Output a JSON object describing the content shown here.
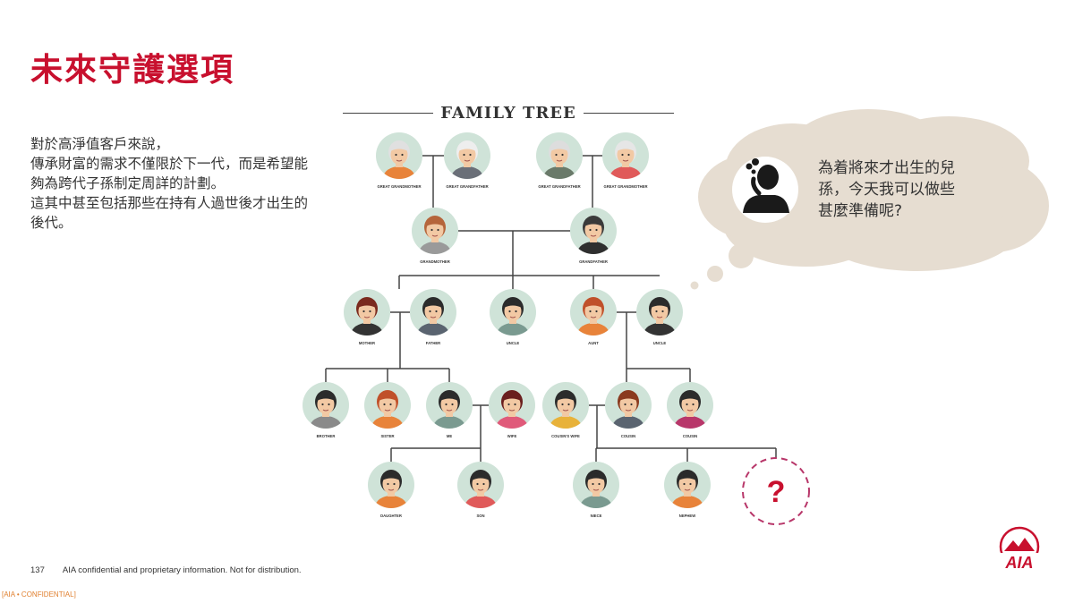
{
  "title": "未來守護選項",
  "body_lines": [
    "對於高淨值客戶來說，",
    "傳承財富的需求不僅限於下一代，而是希望能",
    "夠為跨代子孫制定周詳的計劃。",
    "這其中甚至包括那些在持有人過世後才出生的",
    "後代。"
  ],
  "tree_heading": "FAMILY TREE",
  "thought": {
    "lines": [
      "為着將來才出生的兒",
      "孫，今天我可以做些",
      "甚麼準備呢?"
    ]
  },
  "unknown_member": {
    "symbol": "?"
  },
  "family": [
    {
      "id": "ggm1",
      "label": "GREAT GRANDMOTHER",
      "skin": "#f2c9a4",
      "hair": "#e0e0e0",
      "shirt": "#e8833a",
      "bg": "#cfe3d8"
    },
    {
      "id": "ggf1",
      "label": "GREAT GRANDFATHER",
      "skin": "#f2c9a4",
      "hair": "#eeeeee",
      "shirt": "#6a6f78",
      "bg": "#cfe3d8"
    },
    {
      "id": "ggf2",
      "label": "GREAT GRANDFATHER",
      "skin": "#f2c9a4",
      "hair": "#dddddd",
      "shirt": "#6a7a6a",
      "bg": "#cfe3d8"
    },
    {
      "id": "ggm2",
      "label": "GREAT GRANDMOTHER",
      "skin": "#f2c9a4",
      "hair": "#e6e6e6",
      "shirt": "#e05a5a",
      "bg": "#cfe3d8"
    },
    {
      "id": "gm",
      "label": "GRANDMOTHER",
      "skin": "#f2c9a4",
      "hair": "#b5653b",
      "shirt": "#9a9a9a",
      "bg": "#cfe3d8"
    },
    {
      "id": "gf",
      "label": "GRANDFATHER",
      "skin": "#f2c9a4",
      "hair": "#3a3a3a",
      "shirt": "#2f2f2f",
      "bg": "#cfe3d8"
    },
    {
      "id": "mother",
      "label": "MOTHER",
      "skin": "#f2c9a4",
      "hair": "#7a2a1e",
      "shirt": "#333333",
      "bg": "#cfe3d8"
    },
    {
      "id": "father",
      "label": "FATHER",
      "skin": "#f2c9a4",
      "hair": "#2b2b2b",
      "shirt": "#5a6470",
      "bg": "#cfe3d8"
    },
    {
      "id": "uncle1",
      "label": "UNCLE",
      "skin": "#f2c9a4",
      "hair": "#2b2b2b",
      "shirt": "#7a9a90",
      "bg": "#cfe3d8"
    },
    {
      "id": "aunt",
      "label": "AUNT",
      "skin": "#f2c9a4",
      "hair": "#c0502a",
      "shirt": "#e8833a",
      "bg": "#cfe3d8"
    },
    {
      "id": "uncle2",
      "label": "UNCLE",
      "skin": "#f2c9a4",
      "hair": "#2b2b2b",
      "shirt": "#333333",
      "bg": "#cfe3d8"
    },
    {
      "id": "brother",
      "label": "BROTHER",
      "skin": "#f2c9a4",
      "hair": "#2b2b2b",
      "shirt": "#8a8a8a",
      "bg": "#cfe3d8"
    },
    {
      "id": "sister",
      "label": "SISTER",
      "skin": "#f2c9a4",
      "hair": "#c0502a",
      "shirt": "#e8833a",
      "bg": "#cfe3d8"
    },
    {
      "id": "me",
      "label": "ME",
      "skin": "#f2c9a4",
      "hair": "#2b2b2b",
      "shirt": "#7a9a90",
      "bg": "#cfe3d8"
    },
    {
      "id": "wife",
      "label": "WIFE",
      "skin": "#f2c9a4",
      "hair": "#6a1e1e",
      "shirt": "#e05a7a",
      "bg": "#cfe3d8"
    },
    {
      "id": "cousinwife",
      "label": "COUSIN'S WIFE",
      "skin": "#f2c9a4",
      "hair": "#2b2b2b",
      "shirt": "#e8b23a",
      "bg": "#cfe3d8"
    },
    {
      "id": "cousin1",
      "label": "COUSIN",
      "skin": "#f2c9a4",
      "hair": "#8a3a1e",
      "shirt": "#5a6470",
      "bg": "#cfe3d8"
    },
    {
      "id": "cousin2",
      "label": "COUSIN",
      "skin": "#f2c9a4",
      "hair": "#2b2b2b",
      "shirt": "#b8376a",
      "bg": "#cfe3d8"
    },
    {
      "id": "daughter",
      "label": "DAUGHTER",
      "skin": "#f2c9a4",
      "hair": "#2b2b2b",
      "shirt": "#e8833a",
      "bg": "#cfe3d8"
    },
    {
      "id": "son",
      "label": "SON",
      "skin": "#f2c9a4",
      "hair": "#2b2b2b",
      "shirt": "#e05a5a",
      "bg": "#cfe3d8"
    },
    {
      "id": "niece",
      "label": "NIECE",
      "skin": "#f2c9a4",
      "hair": "#2b2b2b",
      "shirt": "#7a9a90",
      "bg": "#cfe3d8"
    },
    {
      "id": "nephew",
      "label": "NEPHEW",
      "skin": "#f2c9a4",
      "hair": "#2b2b2b",
      "shirt": "#e8833a",
      "bg": "#cfe3d8"
    }
  ],
  "footer": {
    "page_number": "137",
    "note": "AIA confidential and proprietary information. Not for distribution."
  },
  "confidential_tag": "[AIA • CONFIDENTIAL]",
  "logo_text": "AIA",
  "colors": {
    "brand_red": "#c8102e",
    "question_mark": "#c8102e",
    "connector": "#444444",
    "bubble": "#e6ddd1"
  }
}
